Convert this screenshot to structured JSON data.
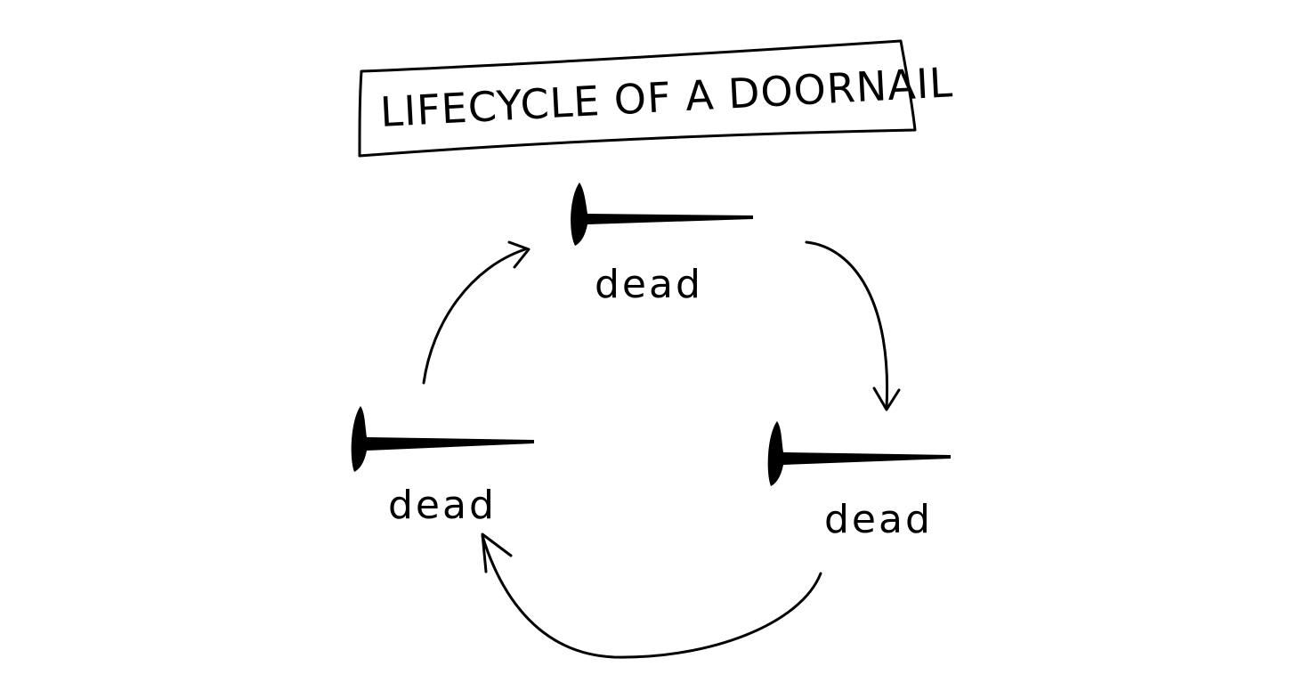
{
  "title": "LIFECYCLE OF A DOORNAIL",
  "nodes": [
    {
      "id": "top",
      "label": "dead"
    },
    {
      "id": "right",
      "label": "dead"
    },
    {
      "id": "left",
      "label": "dead"
    }
  ],
  "edges": [
    {
      "from": "top",
      "to": "right"
    },
    {
      "from": "right",
      "to": "left"
    },
    {
      "from": "left",
      "to": "top"
    }
  ],
  "colors": {
    "ink": "#000000",
    "background": "#ffffff"
  }
}
